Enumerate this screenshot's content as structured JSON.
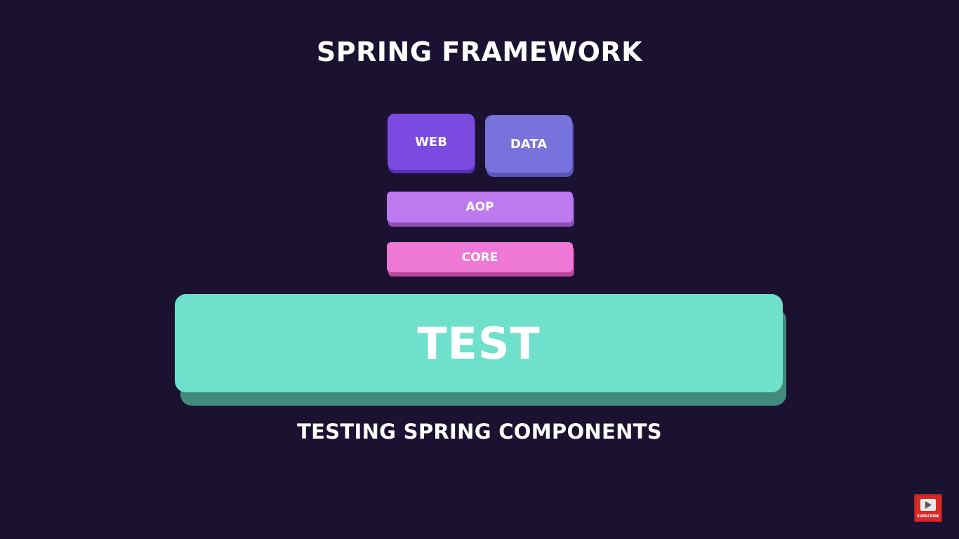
{
  "title": "SPRING FRAMEWORK",
  "modules": {
    "web": "WEB",
    "data": "DATA",
    "aop": "AOP",
    "core": "CORE",
    "test": "TEST"
  },
  "subtitle": "TESTING SPRING COMPONENTS",
  "subscribe_button": {
    "label": "SUBSCRIBE",
    "icon": "play-icon"
  },
  "colors": {
    "background": "#1a1230",
    "web": "#7b4ae0",
    "data": "#7872dc",
    "aop": "#bd7af0",
    "core": "#ee78d6",
    "test": "#6ee0cc",
    "subscribe": "#d42a2a"
  }
}
